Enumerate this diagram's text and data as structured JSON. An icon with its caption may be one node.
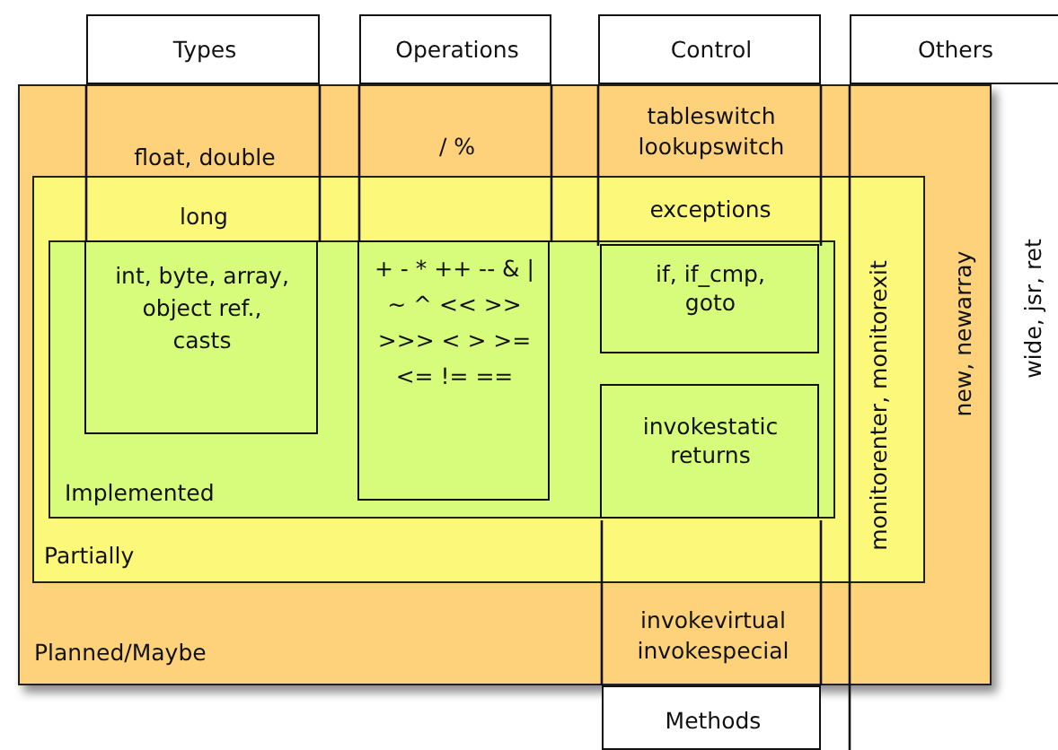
{
  "diagram": {
    "nodes": [
      {
        "text": [
          "float, double",
          "/ %",
          "tableswitch lookupswitch",
          "new, newarray",
          "Planned/Maybe",
          "invokevirtual invokespecial"
        ]
      },
      {
        "text": [
          "long",
          "exceptions",
          "monitorenter, monitorexit",
          "Partially"
        ],
        "in": 0
      },
      {
        "text": [
          "Implemented"
        ],
        "in": 1
      },
      {
        "text": [
          "Types"
        ]
      },
      {
        "text": [
          "Operations"
        ]
      },
      {
        "text": [
          "Control"
        ]
      },
      {
        "text": [
          "Others"
        ]
      },
      {
        "text": [
          "int, byte, array, object ref., casts"
        ],
        "in": 2
      },
      {
        "text": [
          "+ - * ++ -- & | ~ ^ << >> >>> < > >= <= != =="
        ],
        "in": 2
      },
      {
        "text": [
          "if, if_cmp, goto"
        ],
        "in": 2
      },
      {
        "text": [
          "invokestatic returns"
        ],
        "in": 2
      },
      {
        "text": [
          "Methods"
        ]
      }
    ],
    "labels": [
      "wide, jsr, ret"
    ]
  }
}
